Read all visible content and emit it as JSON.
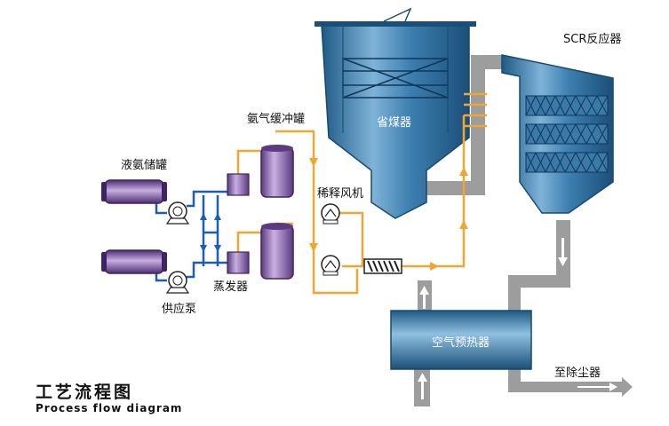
{
  "labels": {
    "scr_reactor": "SCR反应器",
    "economizer": "省煤器",
    "ammonia_buffer_tank": "氨气缓冲罐",
    "liquid_ammonia_tank": "液氨储罐",
    "dilution_fan": "稀释风机",
    "evaporator": "蒸发器",
    "supply_pump": "供应泵",
    "air_preheater": "空气预热器",
    "to_dust_collector": "至除尘器"
  },
  "title": {
    "chinese": "工艺流程图",
    "english": "Process flow diagram"
  },
  "colors": {
    "vessel_blue": "#2b6d9c",
    "vessel_light": "#9fc8e4",
    "ammonia_tank_purple": "#7a5aa0",
    "buffer_tank_purple": "#8a6aa8",
    "flue_duct_gray": "#9a9a9a",
    "ammonia_line_orange": "#f2a531",
    "liquid_line_blue": "#1a5fb5",
    "arrow_white": "#ffffff"
  }
}
